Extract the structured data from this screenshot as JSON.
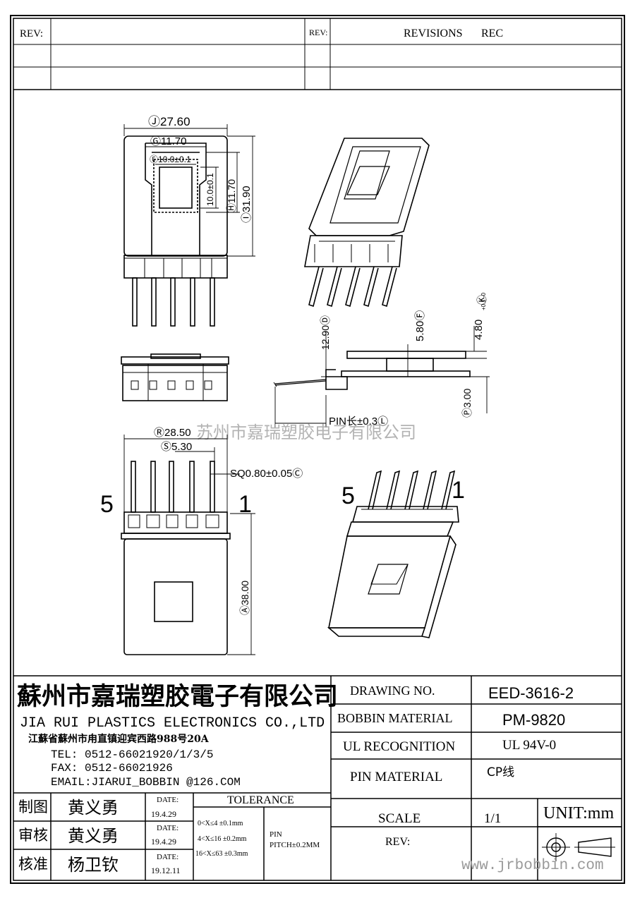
{
  "revision_block": {
    "rev_label_left": "REV:",
    "rev_label_right": "REV:",
    "revisions_label": "REVISIONS",
    "rec_label": "REC"
  },
  "drawing": {
    "top_view": {
      "dim_width_overall": "Ⓙ27.60",
      "dim_window_outer": "Ⓖ11.70",
      "dim_window_inner": "Ⓔ10.0±0.1",
      "dim_core_height": "10.0±0.1",
      "dim_window_height": "Ⓗ11.70",
      "dim_height_overall": "Ⓘ31.90"
    },
    "side_view": {
      "dim_12_90": "12.90Ⓓ",
      "dim_5_80": "5.80Ⓕ",
      "dim_4_80": "4.80",
      "dim_4_80_tol": "+0.1 -0",
      "dim_4_80_ref": "Ⓚ",
      "dim_3_00": "Ⓟ3.00",
      "dim_pin_length": "PIN长±0.3Ⓛ"
    },
    "bottom_view": {
      "dim_width": "Ⓡ28.50",
      "dim_pitch": "Ⓢ5.30",
      "dim_pin_sq": "SQ0.80±0.05Ⓒ",
      "dim_length": "Ⓐ38.00",
      "pin_label_left": "5",
      "pin_label_right": "1"
    },
    "iso_bottom": {
      "pin_label_left": "5",
      "pin_label_right": "1"
    },
    "watermark_center": "苏州市嘉瑞塑胶电子有限公司"
  },
  "title_block": {
    "company_cn": "蘇州市嘉瑞塑胶電子有限公司",
    "company_en": "JIA RUI PLASTICS ELECTRONICS CO.,LTD",
    "address": "江蘇省蘇州市甪直镇迎宾西路988号20A",
    "tel": "TEL: 0512-66021920/1/3/5",
    "fax": "FAX: 0512-66021926",
    "email": "EMAIL:JIARUI_BOBBIN @126.COM",
    "drawing_no_label": "DRAWING  NO.",
    "drawing_no_value": "EED-3616-2",
    "bobbin_material_label": "BOBBIN  MATERIAL",
    "bobbin_material_value": "PM-9820",
    "ul_label": "UL RECOGNITION",
    "ul_value": "UL 94V-0",
    "pin_material_label": "PIN MATERIAL",
    "pin_material_value": "CP线",
    "scale_label": "SCALE",
    "scale_value": "1/1",
    "unit_label": "UNIT:mm",
    "rev_label": "REV:",
    "sign_rows": [
      {
        "role": "制图",
        "name": "黄义勇",
        "date_label": "DATE:",
        "date": "19.4.29"
      },
      {
        "role": "审核",
        "name": "黄义勇",
        "date_label": "DATE:",
        "date": "19.4.29"
      },
      {
        "role": "核准",
        "name": "杨卫钦",
        "date_label": "DATE:",
        "date": "19.12.11"
      }
    ],
    "tolerance_label": "TOLERANCE",
    "tolerances": [
      "0<X≤4  ±0.1mm",
      "4<X≤16 ±0.2mm",
      "16<X≤63 ±0.3mm"
    ],
    "pin_pitch_label": "PIN",
    "pin_pitch_value": "PITCH±0.2MM",
    "website": "www.jrbobbin.com"
  }
}
